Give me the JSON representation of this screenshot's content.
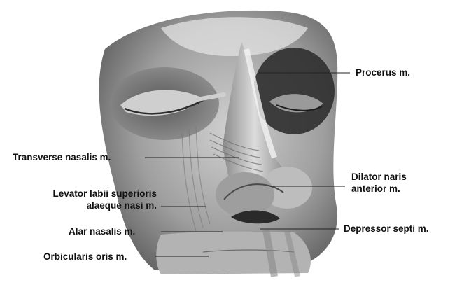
{
  "labels": {
    "procerus": "Procerus m.",
    "transverse_nasalis": "Transverse nasalis m.",
    "dilator_naris": [
      "Dilator naris",
      "anterior m."
    ],
    "levator_labii": [
      "Levator labii superioris",
      "alaeque nasi m."
    ],
    "alar_nasalis": "Alar nasalis m.",
    "depressor_septi": "Depressor septi m.",
    "orbicularis_oris": "Orbicularis oris m."
  },
  "colors": {
    "background": "#ffffff",
    "label_text": "#111111",
    "leader_line": "#222222",
    "skin_light": "#e8e8e8",
    "skin_mid": "#a9a9a9",
    "skin_dark": "#3c3c3c"
  }
}
